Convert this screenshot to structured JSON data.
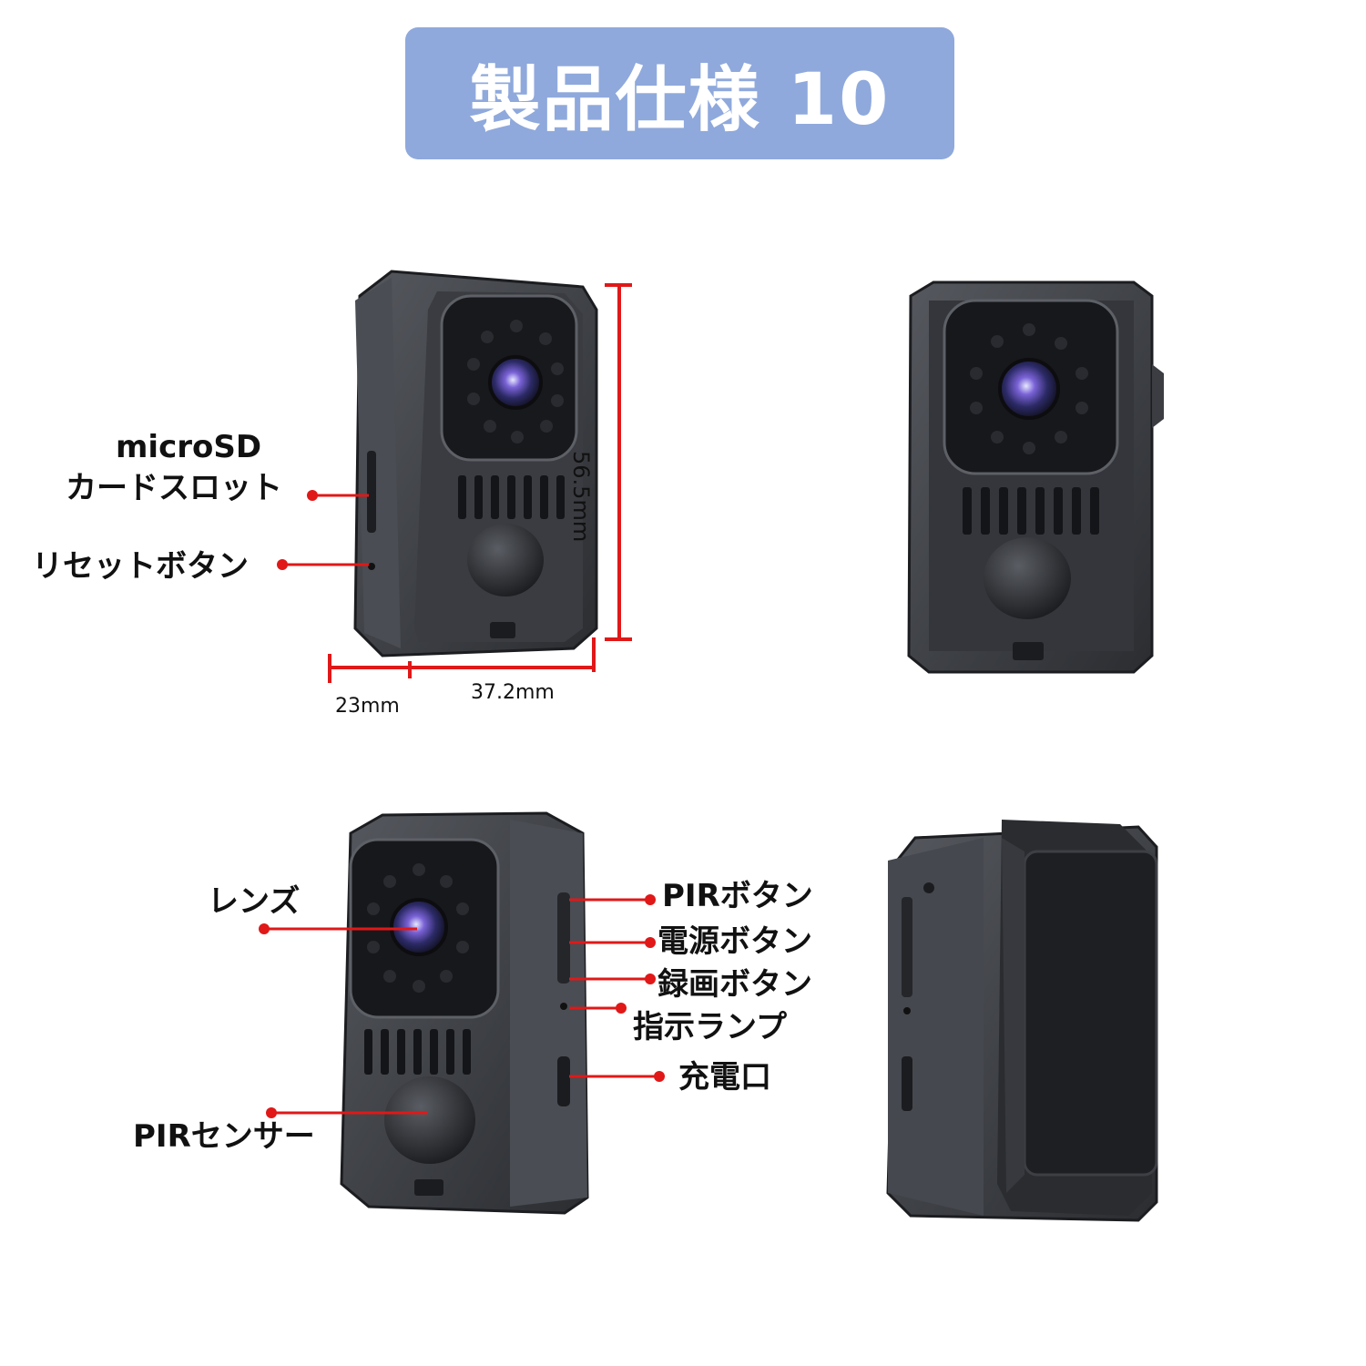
{
  "header": {
    "title": "製品仕様 10"
  },
  "dimensions": {
    "height": "56.5mm",
    "width": "37.2mm",
    "depth": "23mm"
  },
  "callouts": {
    "microsd_line1": "microSD",
    "microsd_line2": "カードスロット",
    "reset": "リセットボタン",
    "lens": "レンズ",
    "pir_sensor": "PIRセンサー",
    "pir_button": "PIRボタン",
    "power_button": "電源ボタン",
    "record_button": "録画ボタン",
    "indicator_lamp": "指示ランプ",
    "charge_port": "充電口"
  },
  "colors": {
    "accent": "#8fa9dc",
    "callout": "#e01818",
    "dimension_line": "#e01818",
    "device_body": "#3a3c41"
  },
  "icons": [
    "camera-lens-icon",
    "ir-led-icon",
    "pir-sensor-icon",
    "belt-clip-icon"
  ]
}
